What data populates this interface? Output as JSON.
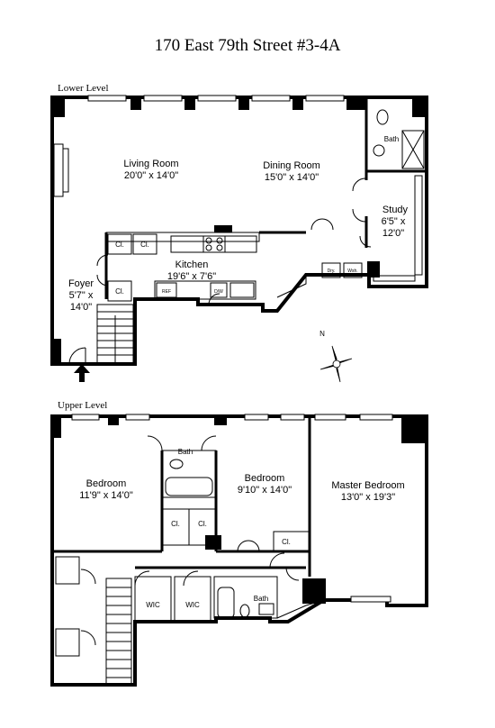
{
  "title": "170 East 79th Street #3-4A",
  "lower_level": {
    "label": "Lower Level",
    "rooms": {
      "living_room": {
        "name": "Living Room",
        "dims": "20'0\" x 14'0\""
      },
      "dining_room": {
        "name": "Dining Room",
        "dims": "15'0\" x 14'0\""
      },
      "study": {
        "name": "Study",
        "dims_line1": "6'5\" x",
        "dims_line2": "12'0\""
      },
      "kitchen": {
        "name": "Kitchen",
        "dims": "19'6\" x 7'6\""
      },
      "foyer": {
        "name": "Foyer",
        "dims_line1": "5'7\" x",
        "dims_line2": "14'0\""
      },
      "bath": {
        "name": "Bath"
      }
    },
    "closets": [
      "Cl.",
      "Cl.",
      "Cl."
    ],
    "appliances": {
      "dryer": "Dry.",
      "washer": "Wsh.",
      "refrigerator": "REF",
      "dishwasher": "D/W"
    }
  },
  "compass": {
    "north_label": "N"
  },
  "upper_level": {
    "label": "Upper Level",
    "rooms": {
      "bedroom1": {
        "name": "Bedroom",
        "dims": "11'9\" x 14'0\""
      },
      "bedroom2": {
        "name": "Bedroom",
        "dims": "9'10\" x 14'0\""
      },
      "master": {
        "name": "Master Bedroom",
        "dims": "13'0\" x 19'3\""
      },
      "bath_top": {
        "name": "Bath"
      },
      "bath_bottom": {
        "name": "Bath"
      }
    },
    "closets": [
      "Cl.",
      "Cl.",
      "Cl."
    ],
    "walk_ins": [
      "WIC",
      "WIC"
    ]
  }
}
